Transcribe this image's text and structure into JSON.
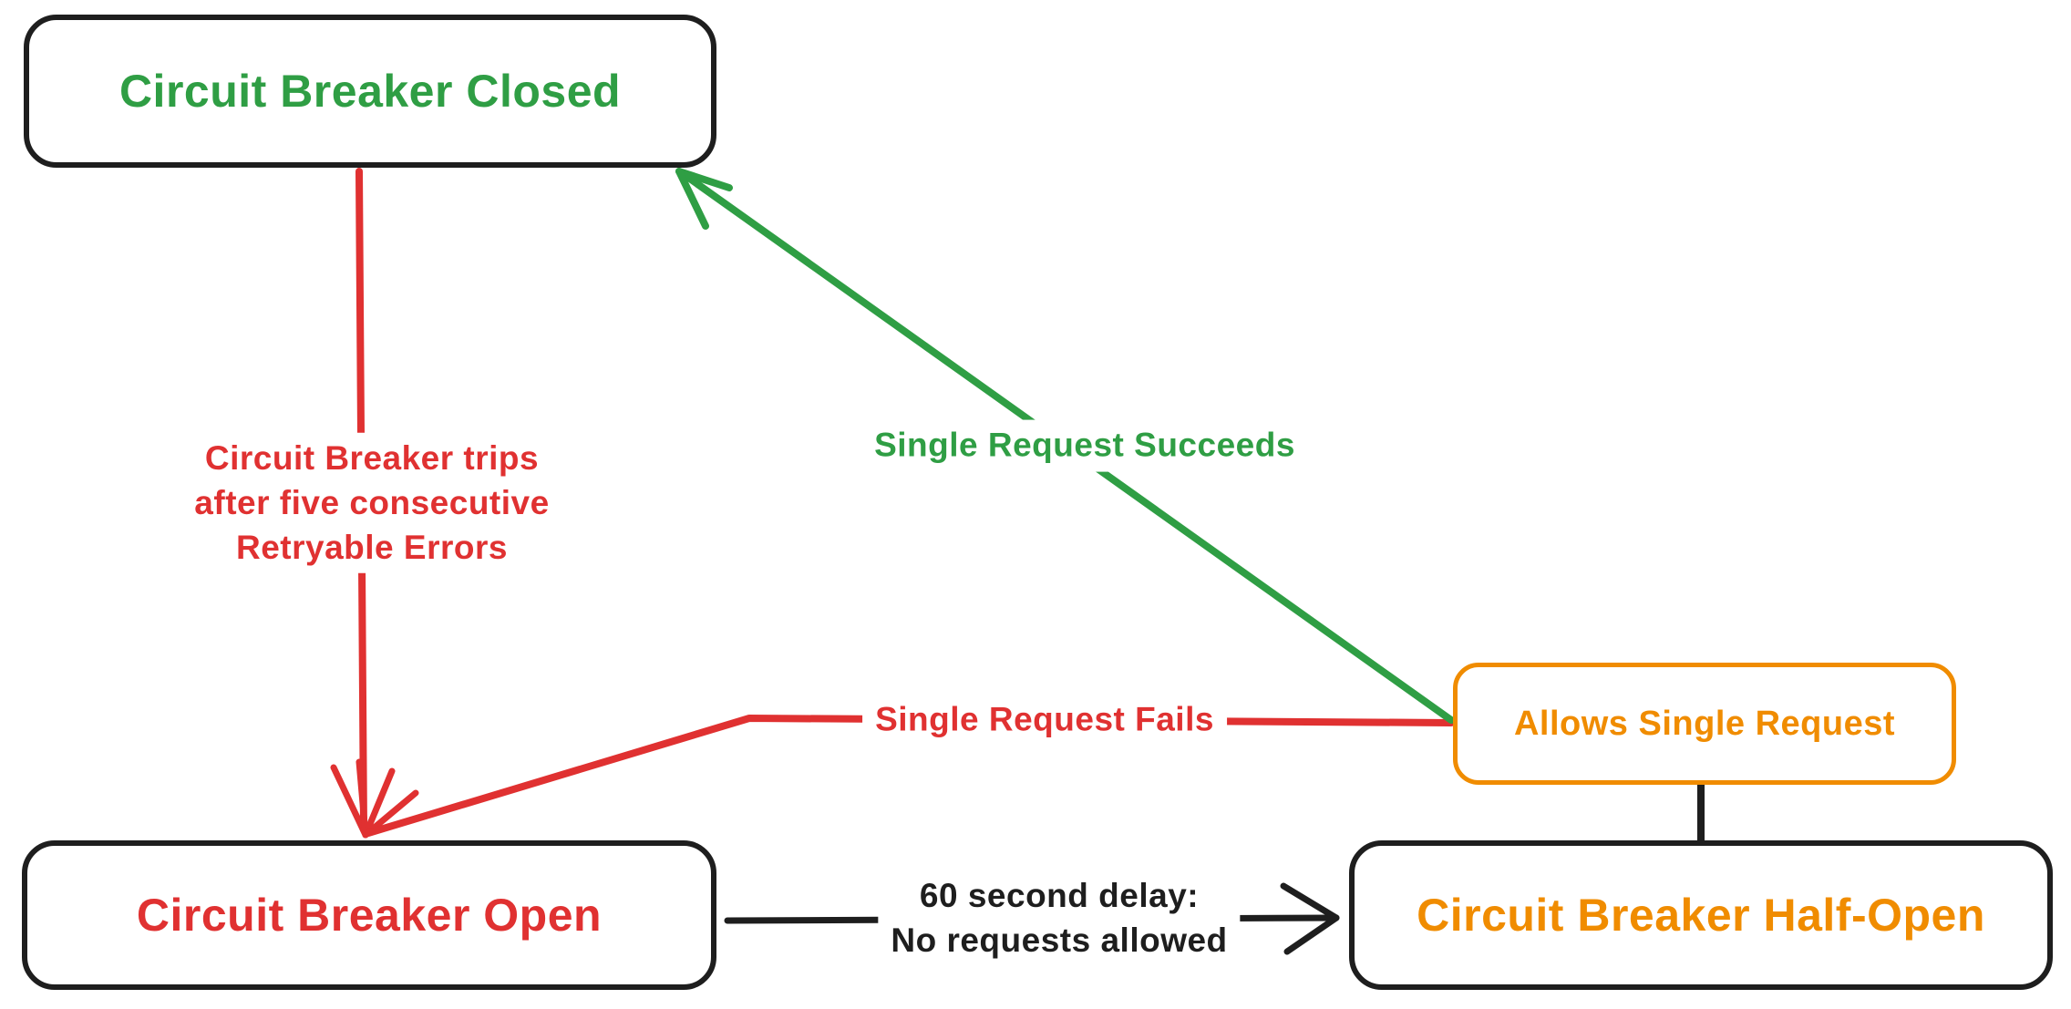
{
  "diagram": {
    "type": "state-diagram",
    "subject": "Circuit Breaker pattern",
    "nodes": {
      "closed": {
        "label": "Circuit Breaker Closed",
        "text_color": "#2f9e44",
        "border_color": "#1e1e1e"
      },
      "open": {
        "label": "Circuit Breaker Open",
        "text_color": "#e03131",
        "border_color": "#1e1e1e"
      },
      "half_open": {
        "label": "Circuit Breaker Half-Open",
        "text_color": "#f08c00",
        "border_color": "#1e1e1e"
      },
      "allows": {
        "label": "Allows Single Request",
        "text_color": "#f08c00",
        "border_color": "#f08c00"
      }
    },
    "edges": {
      "closed_to_open": {
        "from": "Circuit Breaker Closed",
        "to": "Circuit Breaker Open",
        "label_lines": [
          "Circuit Breaker trips",
          "after five consecutive",
          "Retryable Errors"
        ],
        "color": "#e03131",
        "arrowhead": "at Circuit Breaker Open"
      },
      "allows_to_closed": {
        "from": "Allows Single Request",
        "to": "Circuit Breaker Closed",
        "label": "Single Request Succeeds",
        "color": "#2f9e44",
        "arrowhead": "at Circuit Breaker Closed"
      },
      "allows_to_open": {
        "from": "Allows Single Request",
        "to": "Circuit Breaker Open",
        "label": "Single Request Fails",
        "color": "#e03131",
        "arrowhead": "at Circuit Breaker Open"
      },
      "open_to_half_open": {
        "from": "Circuit Breaker Open",
        "to": "Circuit Breaker Half-Open",
        "label_lines": [
          "60 second delay:",
          "No requests allowed"
        ],
        "color": "#1e1e1e",
        "arrowhead": "at Circuit Breaker Half-Open"
      },
      "half_open_to_allows": {
        "from": "Circuit Breaker Half-Open",
        "to": "Allows Single Request",
        "label": "",
        "color": "#1e1e1e",
        "arrowhead": "none"
      }
    }
  },
  "colors": {
    "green": "#2f9e44",
    "red": "#e03131",
    "orange": "#f08c00",
    "ink": "#1e1e1e",
    "background": "#ffffff"
  }
}
